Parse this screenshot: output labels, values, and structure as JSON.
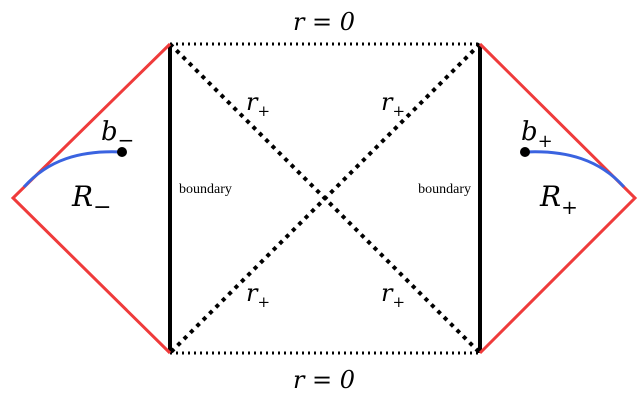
{
  "labels": {
    "top_singularity": "r = 0",
    "bottom_singularity": "r = 0",
    "horizon": "r",
    "horizon_sub": "+",
    "boundary_left": "boundary",
    "boundary_right": "boundary",
    "region_left": "R",
    "region_left_sub": "−",
    "region_right": "R",
    "region_right_sub": "+",
    "brane_left": "b",
    "brane_left_sub": "−",
    "brane_right": "b",
    "brane_right_sub": "+"
  },
  "colors": {
    "region_edge": "#ef3b3b",
    "brane_curve": "#3a63e0",
    "boundary_line": "#000000",
    "horizon_line": "#000000",
    "singularity_line": "#000000"
  }
}
